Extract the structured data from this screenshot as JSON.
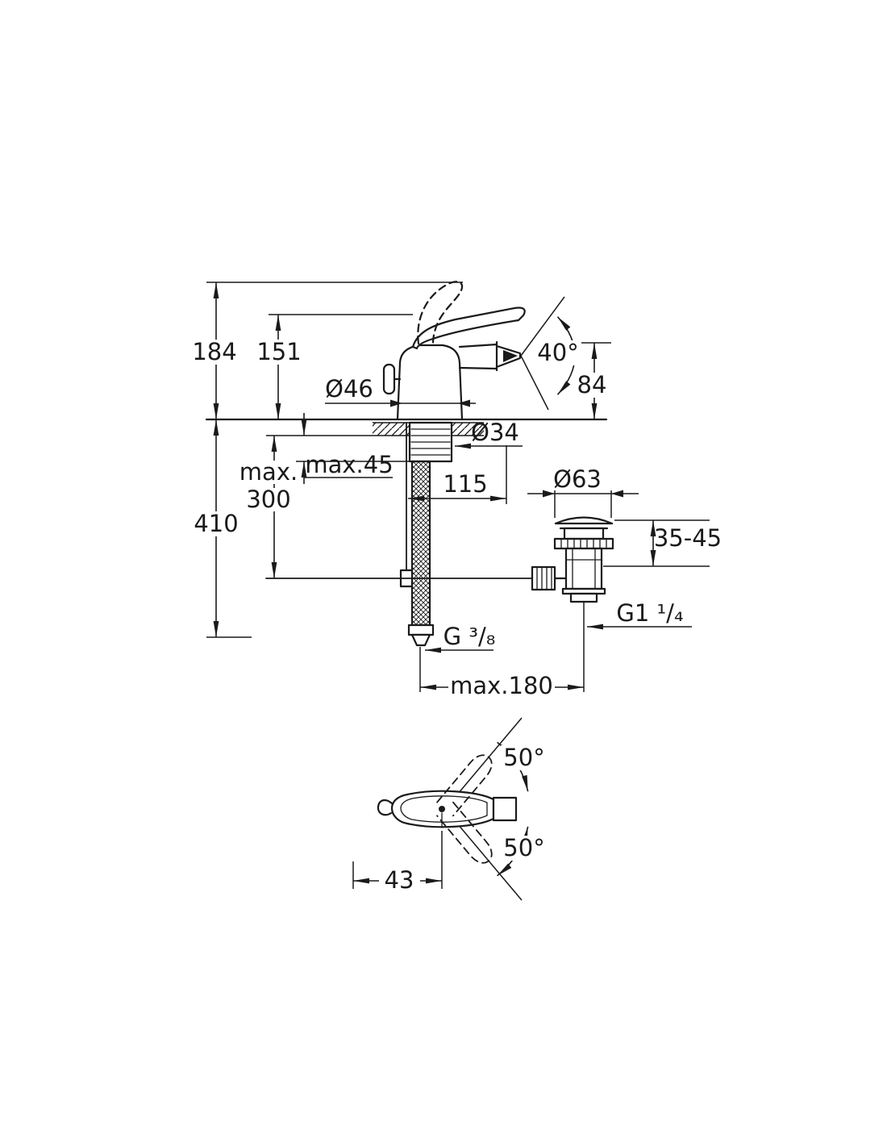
{
  "page": {
    "background": "#ffffff",
    "ink": "#1a1a1a"
  },
  "drawing": {
    "type": "technical-dimension-drawing",
    "subject": "single-lever bidet mixer with pop-up waste: front elevation with installation dimensions and plan view of handle swing",
    "dimensions": {
      "height_total": "184",
      "height_upper": "151",
      "body_diameter": "Ø46",
      "spout_angle": "40°",
      "spout_height": "84",
      "shank_diameter": "Ø34",
      "deck_thickness_max": "max.45",
      "hose_reach_max_line1": "max.",
      "hose_reach_max_line2": "300",
      "rod_offset": "115",
      "waste_flange_diameter": "Ø63",
      "waste_clamp_range": "35-45",
      "depth_total": "410",
      "supply_thread": "G ³/₈",
      "waste_thread": "G1 ¹/₄",
      "center_to_waste_max": "max.180",
      "handle_swing_up": "50°",
      "handle_swing_down": "50°",
      "handle_tip_offset": "43"
    }
  }
}
